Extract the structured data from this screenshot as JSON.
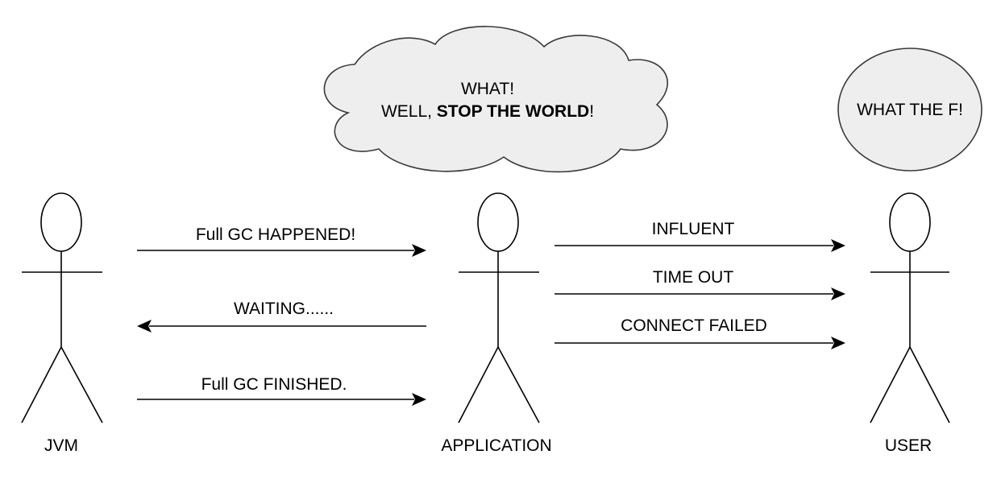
{
  "actors": {
    "jvm": "JVM",
    "application": "APPLICATION",
    "user": "USER"
  },
  "messages": {
    "full_gc_happened": "Full GC HAPPENED!",
    "waiting": "WAITING......",
    "full_gc_finished": "Full GC FINISHED.",
    "influent": "INFLUENT",
    "time_out": "TIME OUT",
    "connect_failed": "CONNECT FAILED"
  },
  "thoughts": {
    "application_line1": "WHAT!",
    "application_line2_prefix": "WELL, ",
    "application_line2_bold": "STOP THE WORLD",
    "application_line2_suffix": "!",
    "user": "WHAT THE F!"
  },
  "colors": {
    "bubble_fill": "#eeeeee",
    "bubble_stroke": "#3a3a3a",
    "ink": "#000000"
  }
}
